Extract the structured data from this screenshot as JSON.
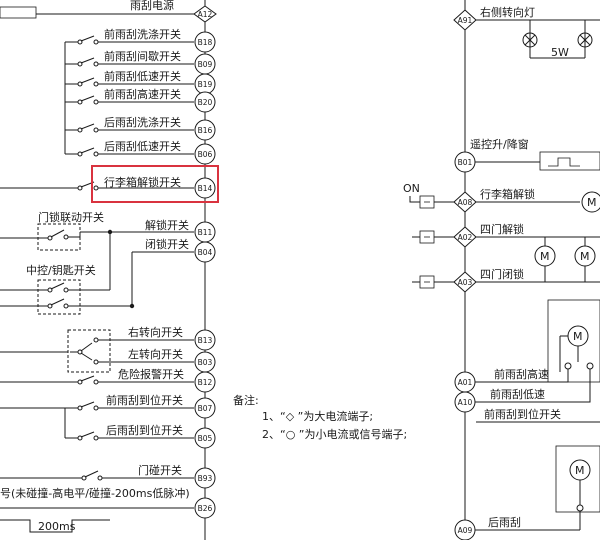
{
  "left": {
    "power_label": "雨刮电源",
    "power_code": "A12",
    "switches": [
      {
        "label": "前雨刮洗涤开关",
        "code": "B18"
      },
      {
        "label": "前雨刮间歇开关",
        "code": "B09"
      },
      {
        "label": "前雨刮低速开关",
        "code": "B19"
      },
      {
        "label": "前雨刮高速开关",
        "code": "B20"
      },
      {
        "label": "后雨刮洗涤开关",
        "code": "B16"
      },
      {
        "label": "后雨刮低速开关",
        "code": "B06"
      }
    ],
    "highlight_switch": {
      "label": "行李箱解锁开关",
      "code": "B14"
    },
    "door_contact_label": "门锁联动开关",
    "unlock_label": "解锁开关",
    "unlock_code": "B11",
    "lock_label": "闭锁开关",
    "lock_code": "B04",
    "central_key_label": "中控/钥匙开关",
    "right_turn_label": "右转向开关",
    "right_turn_code": "B13",
    "left_turn_label": "左转向开关",
    "left_turn_code": "B03",
    "hazard_label": "危险报警开关",
    "hazard_code": "B12",
    "front_park_label": "前雨刮到位开关",
    "front_park_code": "B07",
    "rear_park_label": "后雨刮到位开关",
    "rear_park_code": "B05",
    "door_switch_label": "门碰开关",
    "door_switch_code": "B93",
    "signal_label": "号(未碰撞-高电平/碰撞-200ms低脉冲)",
    "signal_code": "B26",
    "pulse_label": "200ms"
  },
  "notes": {
    "title": "备注:",
    "line1": "1、“◇ ”为大电流端子;",
    "line2": "2、“○ ”为小电流或信号端子;"
  },
  "right": {
    "right_turn_lamp_label": "右侧转向灯",
    "right_turn_lamp_code": "A91",
    "lamp_watt": "5W",
    "remote_window_label": "遥控升/降窗",
    "remote_window_code": "B01",
    "on_label": "ON",
    "trunk_unlock_label": "行李箱解锁",
    "trunk_unlock_code": "A08",
    "four_door_unlock_label": "四门解锁",
    "four_door_unlock_code": "A02",
    "four_door_lock_label": "四门闭锁",
    "four_door_lock_code": "A03",
    "front_high_label": "前雨刮高速",
    "front_high_code": "A01",
    "front_low_label": "前雨刮低速",
    "front_low_code": "A10",
    "front_park_label": "前雨刮到位开关",
    "rear_wiper_label": "后雨刮",
    "rear_wiper_code": "A09",
    "motor_symbol": "M"
  }
}
